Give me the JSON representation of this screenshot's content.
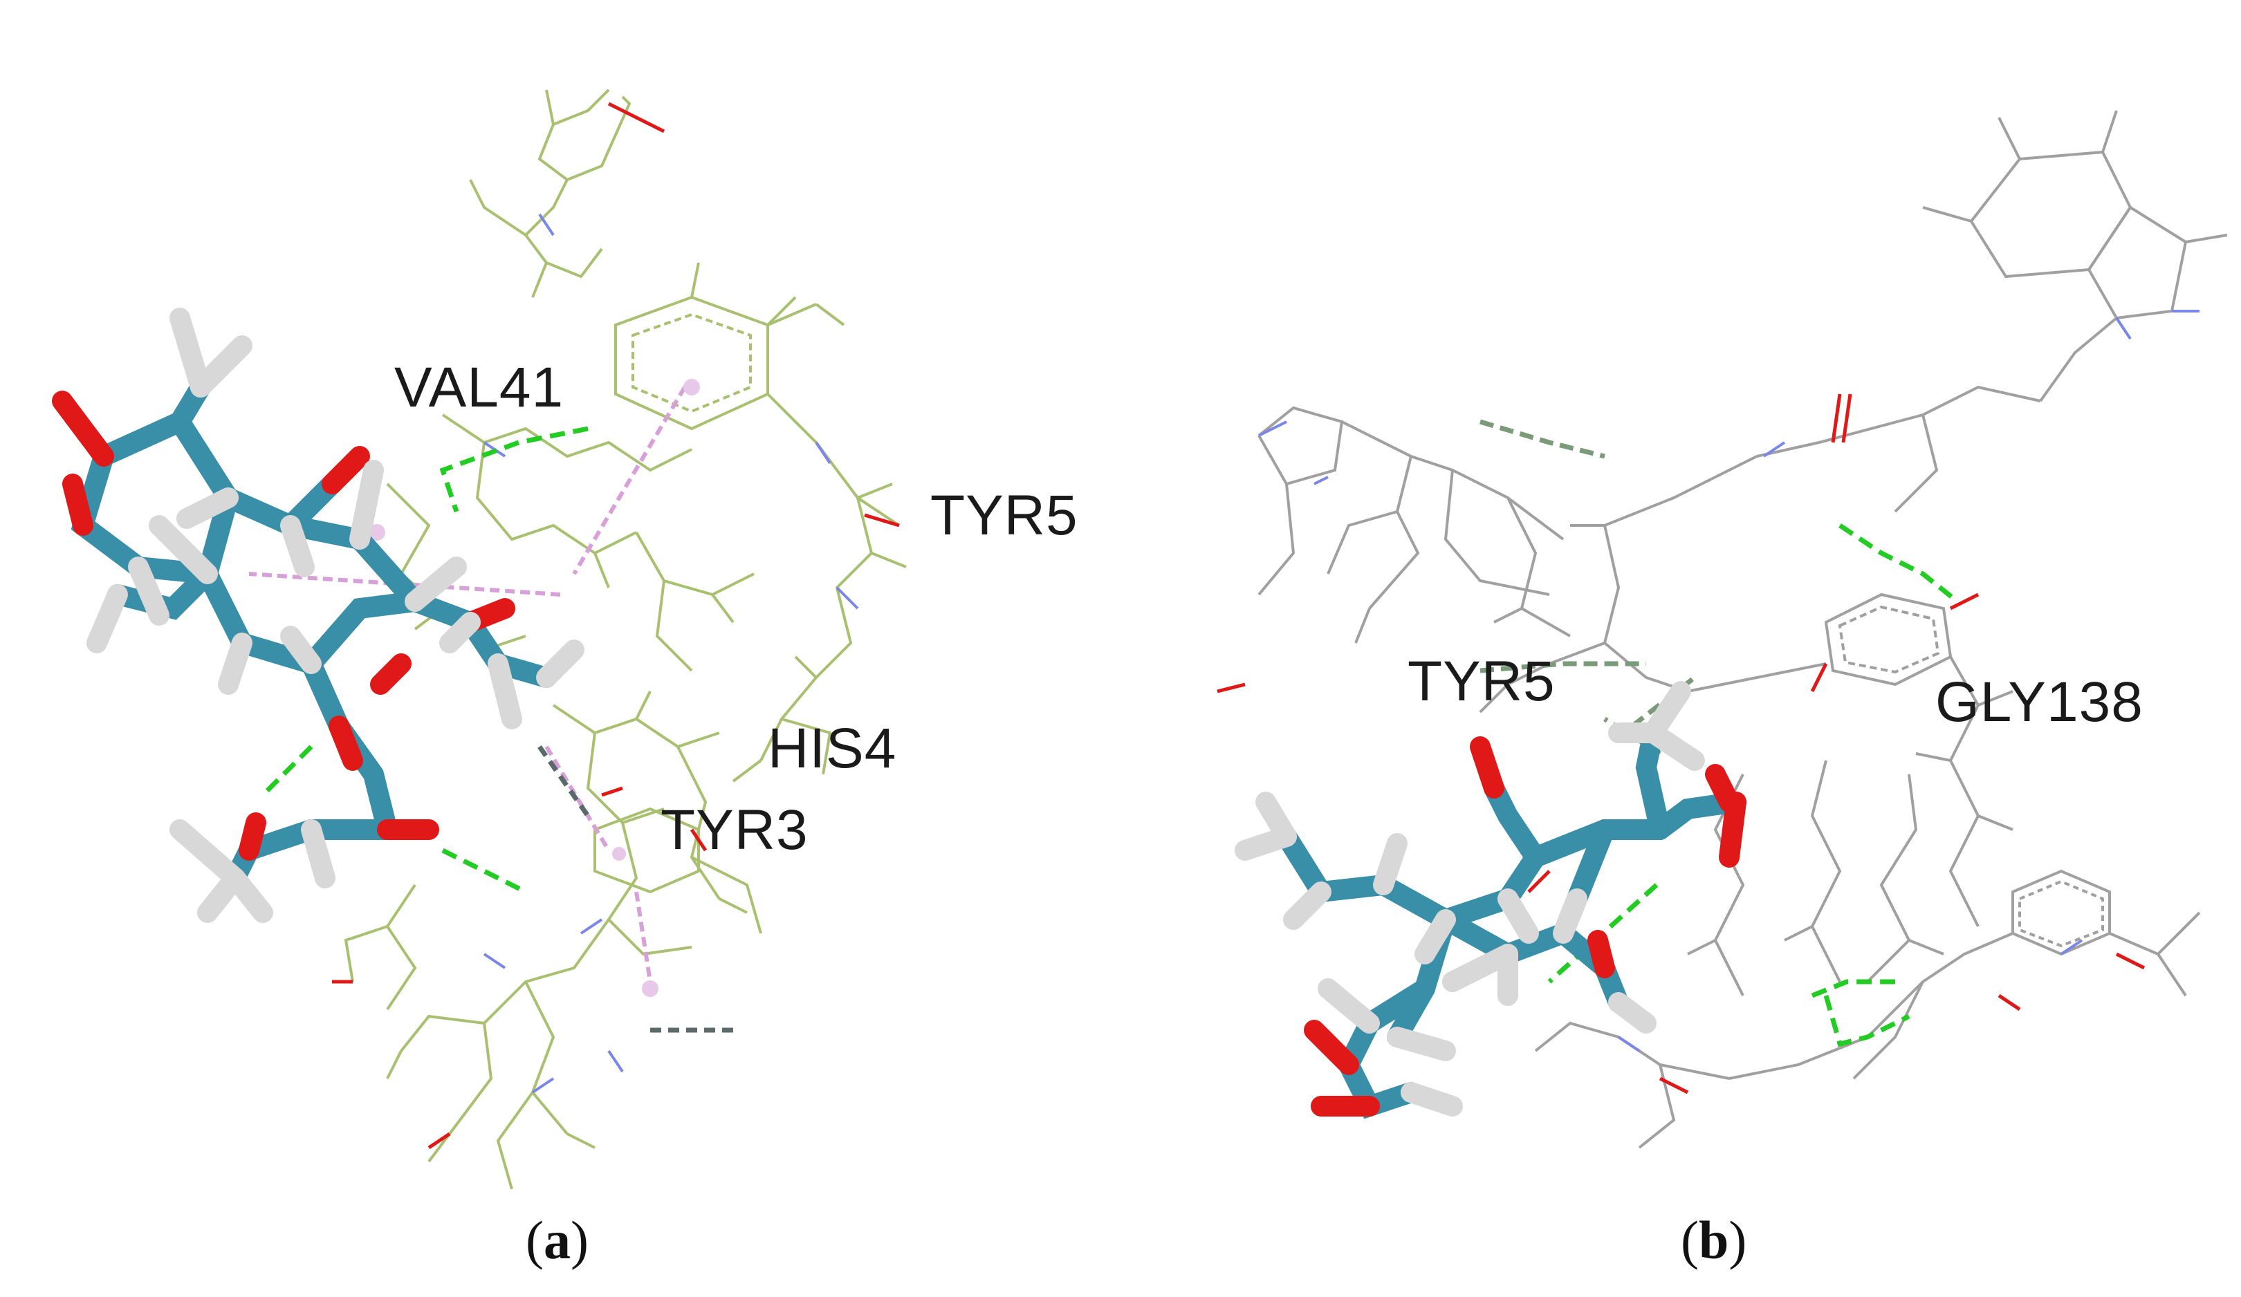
{
  "panels": [
    {
      "id": "a",
      "caption": "a",
      "residue_labels": [
        "VAL41",
        "TYR5",
        "HIS4",
        "TYR3"
      ]
    },
    {
      "id": "b",
      "caption": "b",
      "residue_labels": [
        "TYR5",
        "GLY138"
      ]
    }
  ],
  "colors": {
    "ligand_carbon": "#3a8fa8",
    "oxygen": "#e01818",
    "hydrogen": "#dcdcdc",
    "residue_a": "#a8c070",
    "residue_b": "#a0a0a0",
    "nitrogen": "#7a86e8",
    "hbond": "#22cc22",
    "pi_alkyl": "#d8a0d8",
    "carbon_hbond": "#7a9a7a"
  }
}
